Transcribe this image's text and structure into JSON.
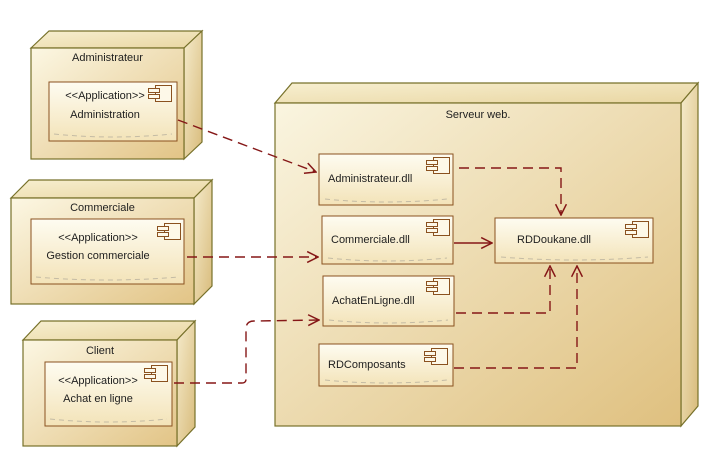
{
  "diagram_type": "UML deployment diagram",
  "nodes": [
    {
      "name": "Administrateur",
      "component": {
        "stereotype": "<<Application>>",
        "name": "Administration"
      }
    },
    {
      "name": "Commerciale",
      "component": {
        "stereotype": "<<Application>>",
        "name": "Gestion commerciale"
      }
    },
    {
      "name": "Client",
      "component": {
        "stereotype": "<<Application>>",
        "name": "Achat en ligne"
      }
    }
  ],
  "server": {
    "title": "Serveur web.",
    "components": [
      "Administrateur.dll",
      "Commerciale.dll",
      "AchatEnLigne.dll",
      "RDComposants",
      "RDDoukane.dll"
    ]
  },
  "connectors": [
    {
      "from": "Administration",
      "to": "Administrateur.dll",
      "line": "dashed",
      "type": "dependency"
    },
    {
      "from": "Gestion commerciale",
      "to": "Commerciale.dll",
      "line": "dashed",
      "type": "dependency"
    },
    {
      "from": "Achat en ligne",
      "to": "AchatEnLigne.dll",
      "line": "dashed",
      "type": "dependency"
    },
    {
      "from": "Administrateur.dll",
      "to": "RDDoukane.dll",
      "line": "dashed",
      "type": "dependency"
    },
    {
      "from": "Commerciale.dll",
      "to": "RDDoukane.dll",
      "line": "solid",
      "type": "association"
    },
    {
      "from": "AchatEnLigne.dll",
      "to": "RDDoukane.dll",
      "line": "dashed",
      "type": "dependency"
    },
    {
      "from": "RDComposants",
      "to": "RDDoukane.dll",
      "line": "dashed",
      "type": "dependency"
    }
  ],
  "colors": {
    "arrow": "#851717",
    "node_border": "#77712a",
    "component_border": "#8a511f",
    "node_fill_light": "#fcf7e3",
    "node_fill_dark": "#e2c486",
    "component_fill_light": "#fefcf1",
    "component_fill_dark": "#f3e3b8",
    "text": "#1e1e1e"
  }
}
